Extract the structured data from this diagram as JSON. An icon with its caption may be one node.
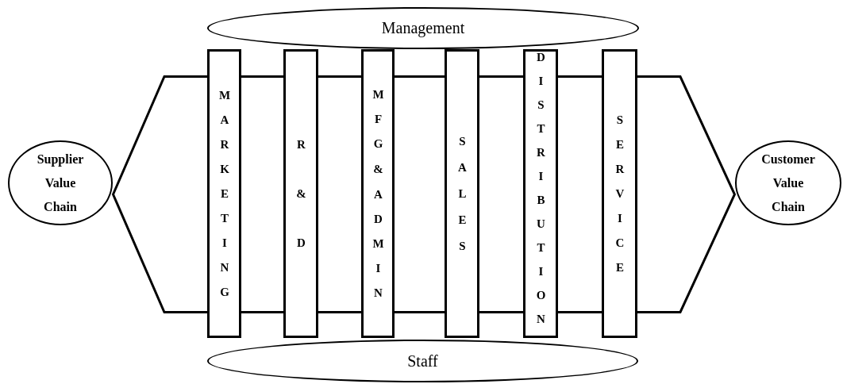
{
  "diagram": {
    "nodes": [
      {
        "text": [
          "Management"
        ]
      },
      {
        "text": [
          "Supplier Value Chain"
        ]
      },
      {
        "text": [
          "MARKETING"
        ]
      },
      {
        "text": [
          "R & D"
        ]
      },
      {
        "text": [
          "MFG & ADMIN"
        ]
      },
      {
        "text": [
          "SALES"
        ]
      },
      {
        "text": [
          "DISTRIBUTION"
        ]
      },
      {
        "text": [
          "SERVICE"
        ]
      },
      {
        "text": [
          "Customer Value Chain"
        ]
      },
      {
        "text": [
          "Staff"
        ]
      },
      {
        "text": [],
        "shape": "hexagon"
      }
    ]
  }
}
